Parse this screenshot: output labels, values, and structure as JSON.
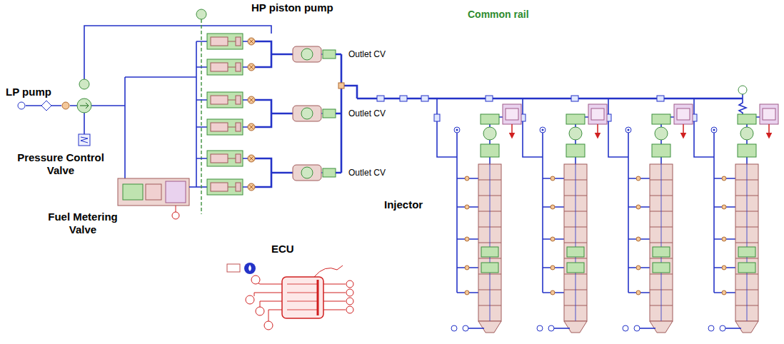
{
  "diagram": {
    "labels": [
      "HP piston pump",
      "Common rail",
      "Outlet CV",
      "LP pump",
      "Outlet CV",
      "Pressure Control Valve",
      "Outlet CV",
      "Injector",
      "Fuel Metering Valve",
      "ECU"
    ]
  }
}
